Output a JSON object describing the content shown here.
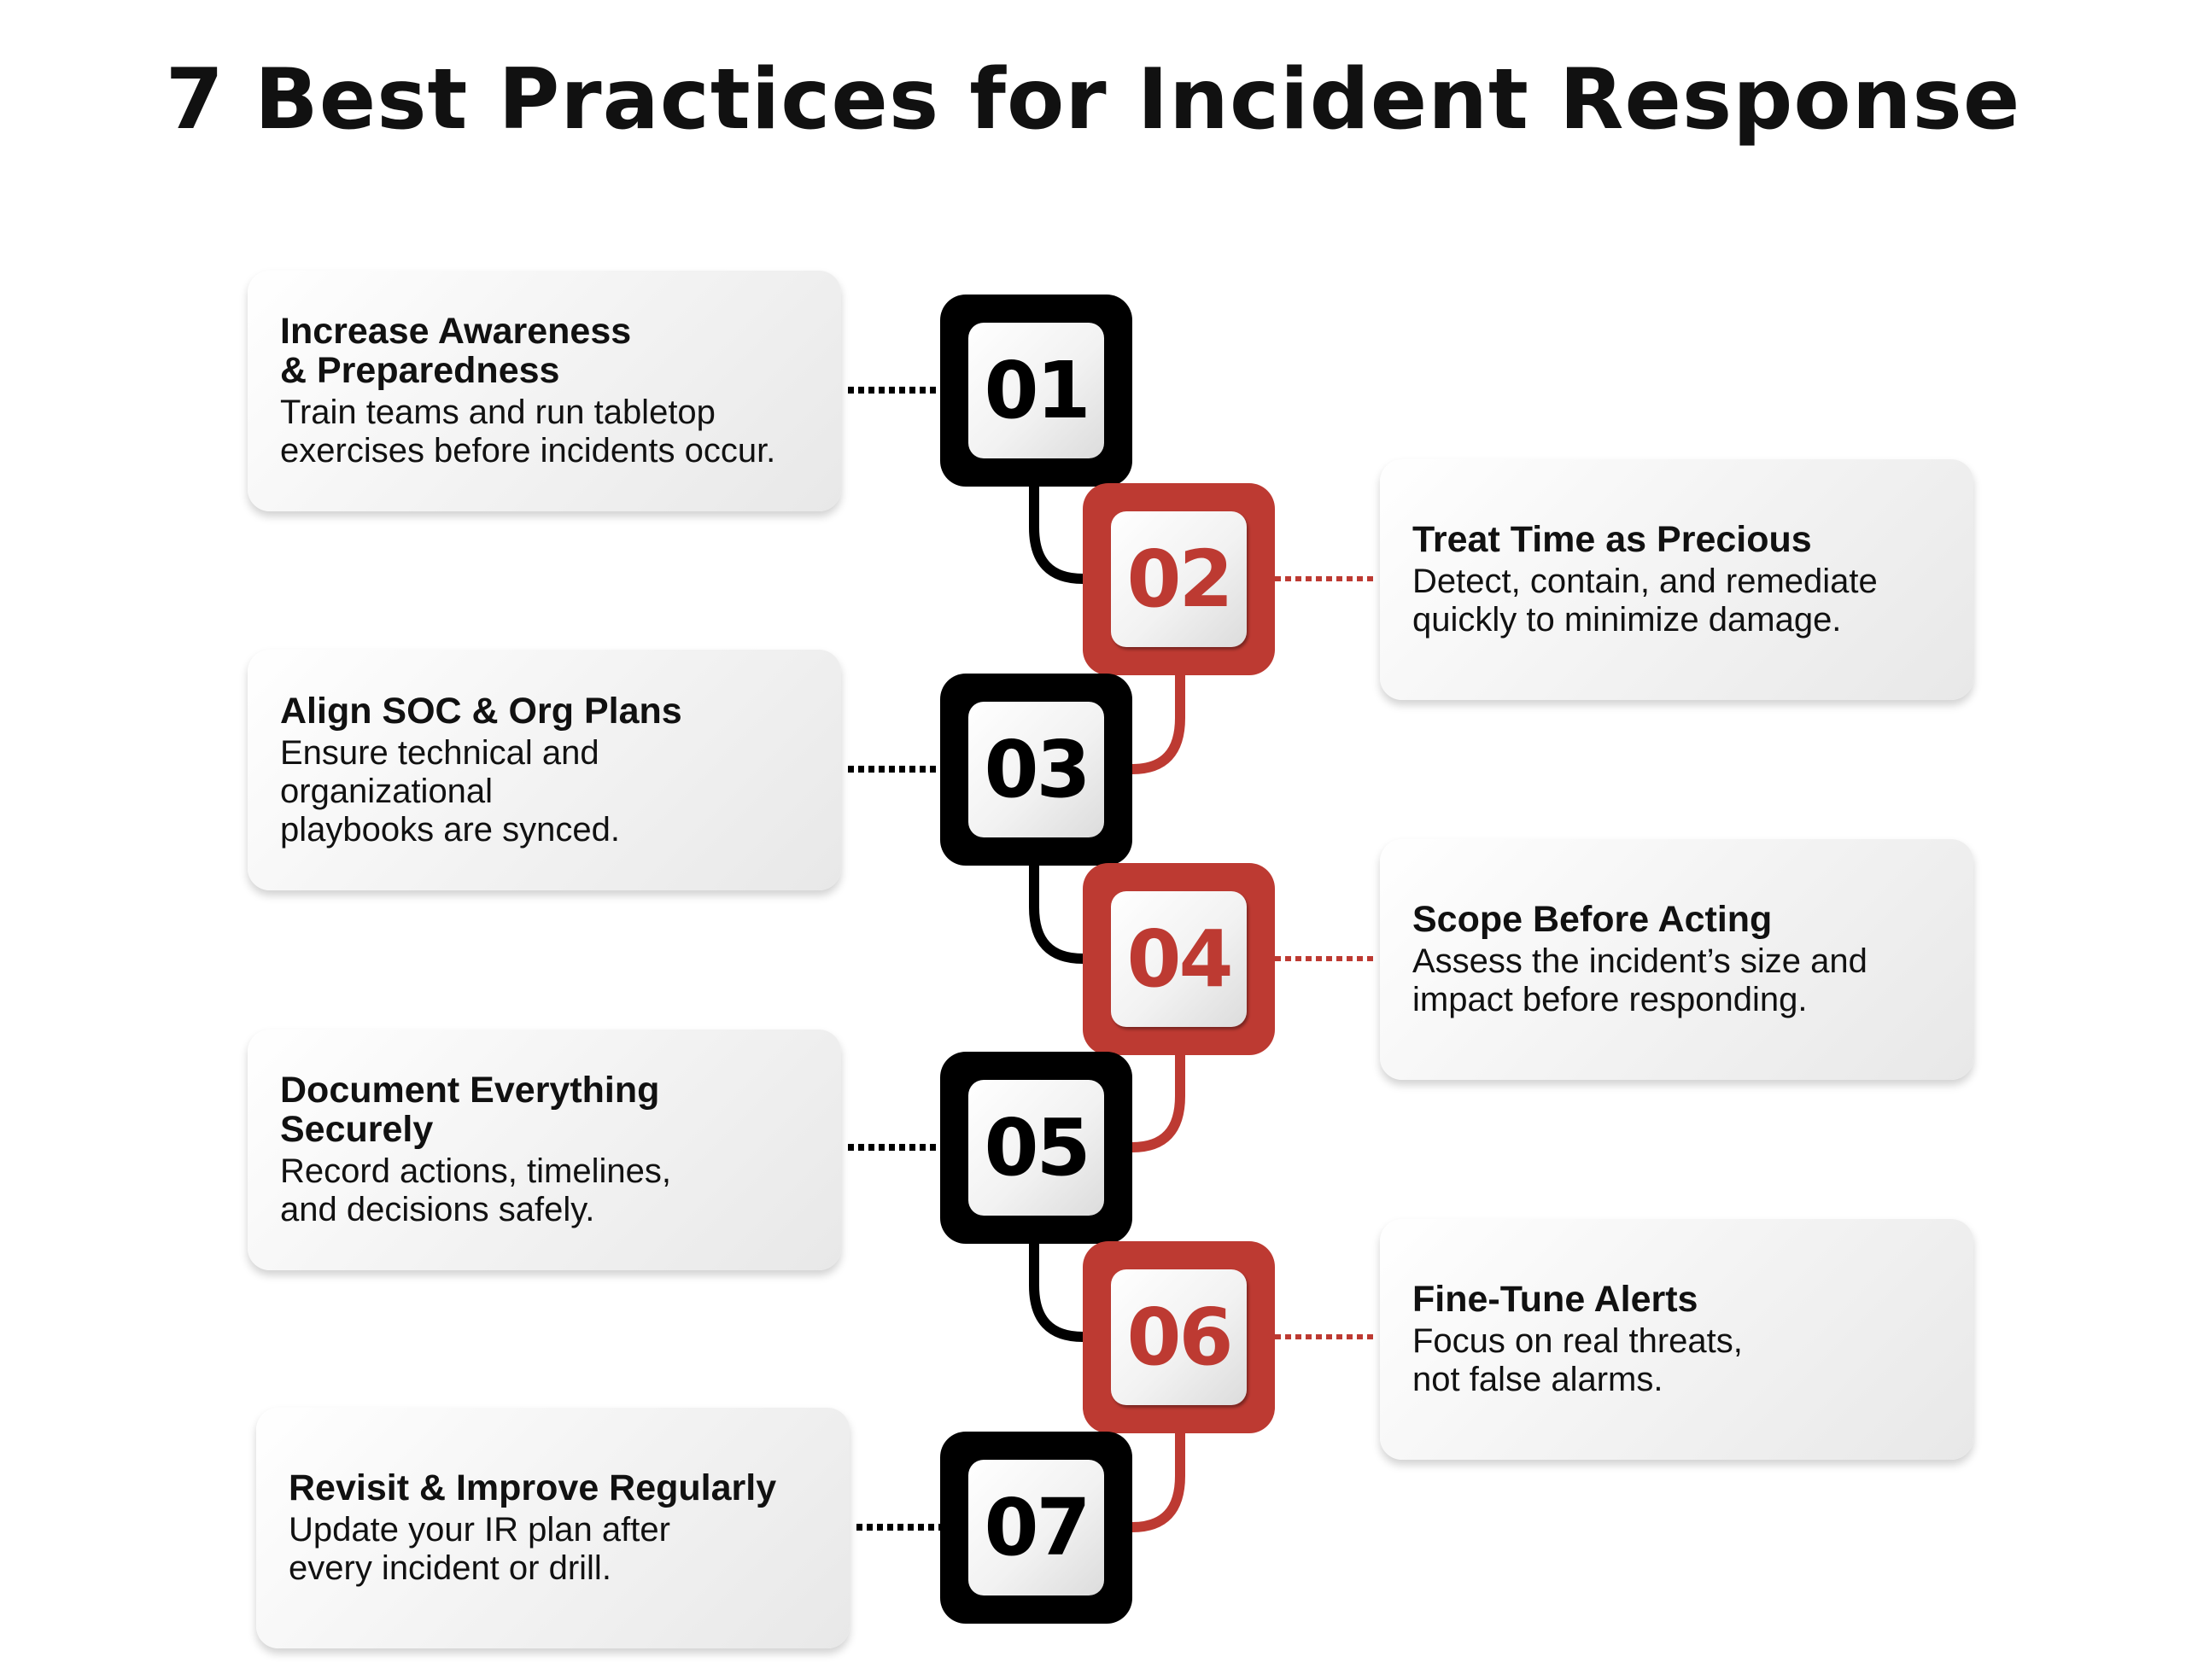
{
  "title": "7 Best Practices for Incident Response",
  "colors": {
    "black": "#000000",
    "red": "#bd3a32"
  },
  "items": [
    {
      "number": "01",
      "title": "Increase Awareness\n& Preparedness",
      "description": "Train teams and run tabletop\nexercises before incidents occur.",
      "side": "left",
      "color": "black"
    },
    {
      "number": "02",
      "title": "Treat Time as Precious",
      "description": "Detect, contain, and remediate\nquickly to minimize damage.",
      "side": "right",
      "color": "red"
    },
    {
      "number": "03",
      "title": "Align SOC & Org Plans",
      "description": "Ensure technical and organizational\nplaybooks are synced.",
      "side": "left",
      "color": "black"
    },
    {
      "number": "04",
      "title": "Scope Before Acting",
      "description": "Assess the incident’s size and\nimpact before responding.",
      "side": "right",
      "color": "red"
    },
    {
      "number": "05",
      "title": "Document Everything Securely",
      "description": "Record actions, timelines,\nand decisions safely.",
      "side": "left",
      "color": "black"
    },
    {
      "number": "06",
      "title": "Fine-Tune Alerts",
      "description": "Focus on real threats,\nnot false alarms.",
      "side": "right",
      "color": "red"
    },
    {
      "number": "07",
      "title": "Revisit & Improve Regularly",
      "description": "Update your IR plan after\nevery incident or drill.",
      "side": "left",
      "color": "black"
    }
  ]
}
